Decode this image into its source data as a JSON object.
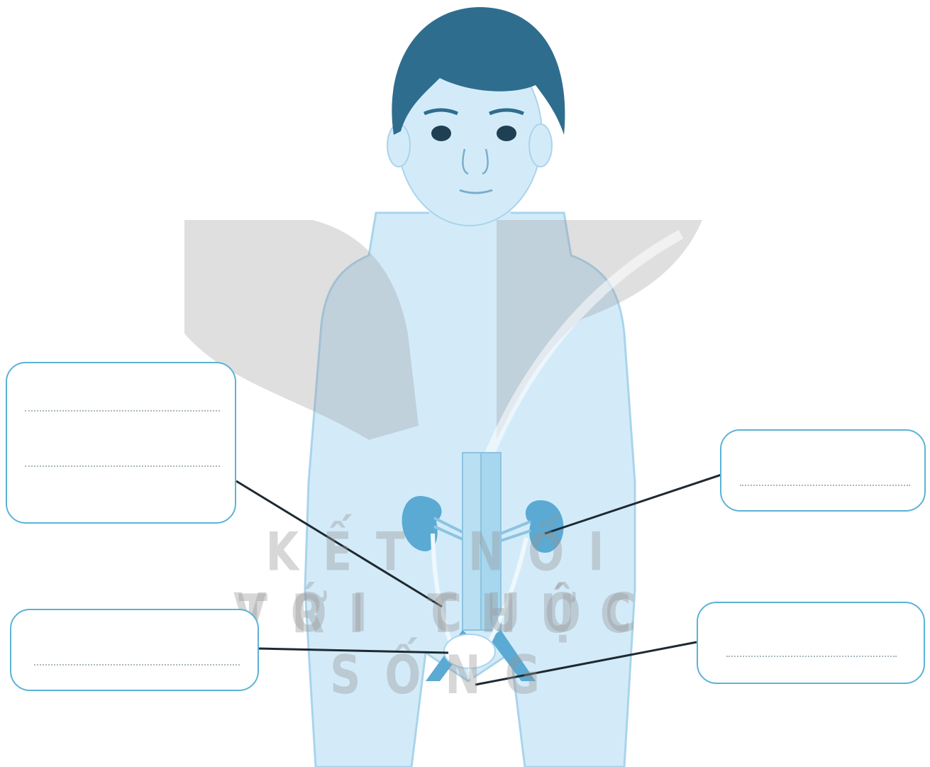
{
  "watermark": {
    "line1": "KẾT NỐI TRI THỨC",
    "line2": "VỚI CUỘC SỐNG"
  },
  "colors": {
    "skin": "#d3ebf9",
    "skin_outline": "#a9d4ec",
    "hair": "#2f6d8e",
    "kidney": "#5aaad4",
    "vessel": "#b9dff2",
    "box_border": "#5bb3d6",
    "leader_line": "#1f2a30"
  },
  "label_boxes": [
    {
      "id": "top-left",
      "blank_lines": 2,
      "answer": ""
    },
    {
      "id": "bottom-left",
      "blank_lines": 1,
      "answer": ""
    },
    {
      "id": "top-right",
      "blank_lines": 1,
      "answer": ""
    },
    {
      "id": "bottom-right",
      "blank_lines": 1,
      "answer": ""
    }
  ]
}
